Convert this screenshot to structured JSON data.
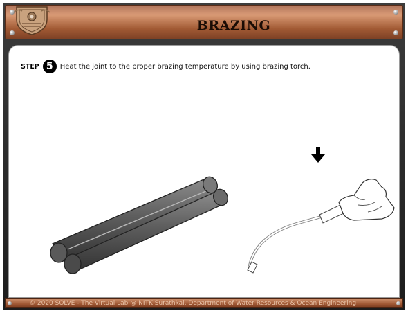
{
  "header": {
    "title": "BRAZING",
    "logo_icon": "institute-crest-logo"
  },
  "step": {
    "label": "STEP",
    "number": "5",
    "instruction": "Heat the joint to the proper brazing temperature by using brazing torch."
  },
  "illustration": {
    "items": [
      "joined-metal-rods",
      "brazing-torch-in-gloved-hand",
      "down-arrow-icon"
    ]
  },
  "footer": {
    "text": "© 2020 SOLVE - The Virtual Lab @ NITK Surathkal, Department of Water Resources & Ocean Engineering"
  },
  "colors": {
    "header_copper": "#b06a43",
    "frame_dark": "#2a2a2a",
    "panel_white": "#ffffff"
  }
}
